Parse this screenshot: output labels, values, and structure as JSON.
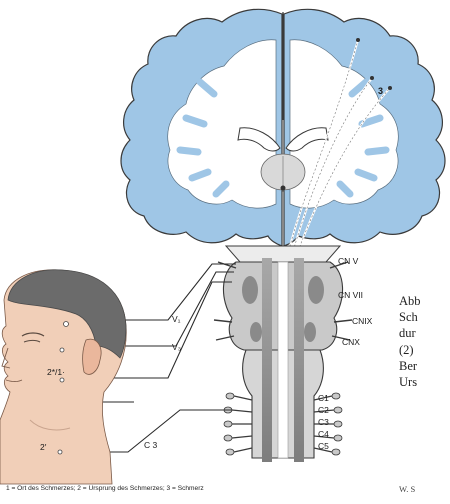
{
  "labels": {
    "pathway_3": "3",
    "cn5": "CN V",
    "cn7": "CN VII",
    "cn9": "CNIX",
    "cn10": "CNX",
    "v1": "V₁",
    "v3": "V₃",
    "c3_line": "C 3",
    "c1": "C1",
    "c2": "C2",
    "c3": "C3",
    "c4": "C4",
    "c5": "C5",
    "face_marker": "2*/1·",
    "neck_marker": "2′"
  },
  "side_text": [
    "Abb",
    "Sch",
    "dur",
    "(2)",
    "Ber",
    "Urs"
  ],
  "credit": "W. S",
  "caption": "1 = Ort des Schmerzes; 2 = Ursprung des Schmerzes; 3 = Schmerz",
  "colors": {
    "brain_blue": "#9fc6e6",
    "tissue_gray": "#c9c9c9",
    "skin": "#f1cfb8",
    "hair": "#6b6b6b",
    "outline": "#3a3a3a"
  }
}
